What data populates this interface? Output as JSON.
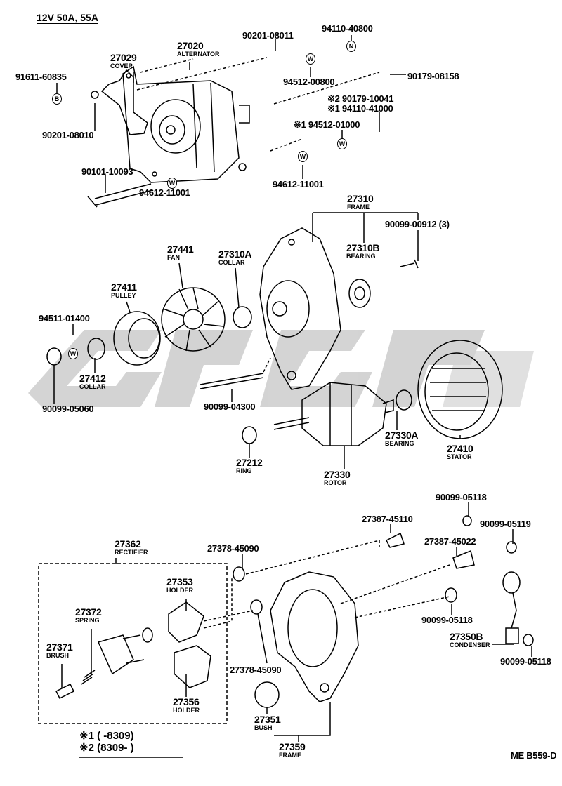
{
  "title": "12V 50A, 55A",
  "parts": [
    {
      "number": "27020",
      "name": "ALTERNATOR"
    },
    {
      "number": "27029",
      "name": "COVER"
    },
    {
      "number": "91611-60835"
    },
    {
      "number": "90201-08010"
    },
    {
      "number": "90201-08011"
    },
    {
      "number": "94110-40800"
    },
    {
      "number": "94512-00800"
    },
    {
      "number": "90179-08158"
    },
    {
      "number": "※2 90179-10041"
    },
    {
      "number": "※1 94110-41000"
    },
    {
      "number": "※1 94512-01000"
    },
    {
      "number": "94612-11001"
    },
    {
      "number": "90101-10093"
    },
    {
      "number": "94612-11001"
    },
    {
      "number": "27310",
      "name": "FRAME"
    },
    {
      "number": "90099-00912 (3)"
    },
    {
      "number": "27310B",
      "name": "BEARING"
    },
    {
      "number": "27441",
      "name": "FAN"
    },
    {
      "number": "27310A",
      "name": "COLLAR"
    },
    {
      "number": "27411",
      "name": "PULLEY"
    },
    {
      "number": "94511-01400"
    },
    {
      "number": "27412",
      "name": "COLLAR"
    },
    {
      "number": "90099-05060"
    },
    {
      "number": "90099-04300"
    },
    {
      "number": "27330A",
      "name": "BEARING"
    },
    {
      "number": "27410",
      "name": "STATOR"
    },
    {
      "number": "27212",
      "name": "RING"
    },
    {
      "number": "27330",
      "name": "ROTOR"
    },
    {
      "number": "90099-05118"
    },
    {
      "number": "27387-45110"
    },
    {
      "number": "90099-05119"
    },
    {
      "number": "27387-45022"
    },
    {
      "number": "27362",
      "name": "RECTIFIER"
    },
    {
      "number": "27378-45090"
    },
    {
      "number": "27353",
      "name": "HOLDER"
    },
    {
      "number": "27372",
      "name": "SPRING"
    },
    {
      "number": "27371",
      "name": "BRUSH"
    },
    {
      "number": "27378-45090"
    },
    {
      "number": "90099-05118"
    },
    {
      "number": "27350B",
      "name": "CONDENSER"
    },
    {
      "number": "90099-05118"
    },
    {
      "number": "27356",
      "name": "HOLDER"
    },
    {
      "number": "27351",
      "name": "BUSH"
    },
    {
      "number": "27359",
      "name": "FRAME"
    }
  ],
  "symbols": {
    "bolt": "B",
    "washer": "W",
    "nut": "N"
  },
  "footnotes": [
    "※1 (      -8309)",
    "※2 (8309-      )"
  ],
  "diagram_code": "ME B559-D",
  "colors": {
    "line": "#000000",
    "watermark": "#c8c8c8"
  }
}
